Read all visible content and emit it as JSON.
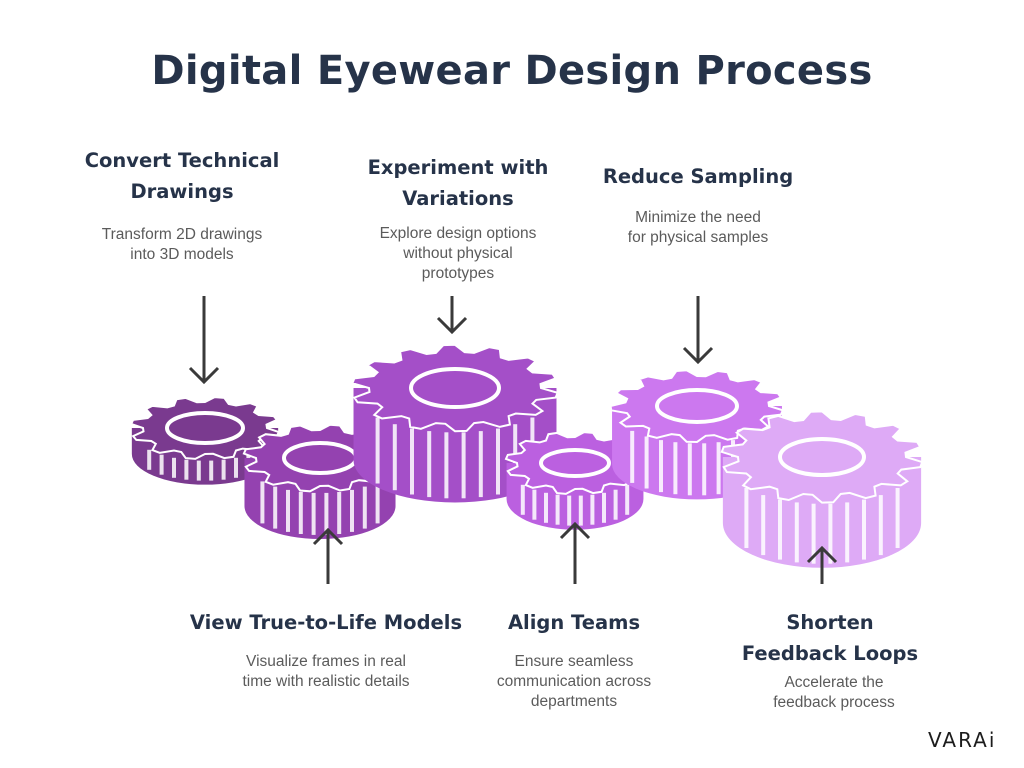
{
  "title": "Digital Eyewear Design Process",
  "steps": [
    {
      "title_lines": [
        "Convert Technical",
        "Drawings"
      ],
      "desc_lines": [
        "Transform 2D drawings",
        "into 3D models"
      ]
    },
    {
      "title_lines": [
        "Experiment with",
        "Variations"
      ],
      "desc_lines": [
        "Explore design options",
        "without physical",
        "prototypes"
      ]
    },
    {
      "title_lines": [
        "Reduce Sampling"
      ],
      "desc_lines": [
        "Minimize the need",
        "for physical samples"
      ]
    },
    {
      "title_lines": [
        "View True-to-Life Models"
      ],
      "desc_lines": [
        "Visualize frames in real",
        "time with realistic details"
      ]
    },
    {
      "title_lines": [
        "Align Teams"
      ],
      "desc_lines": [
        "Ensure seamless",
        "communication across",
        "departments"
      ]
    },
    {
      "title_lines": [
        "Shorten",
        "Feedback Loops"
      ],
      "desc_lines": [
        "Accelerate the",
        "feedback process"
      ]
    }
  ],
  "logo": "VARAi",
  "colors": {
    "title": "#263349",
    "gear_1": "#7a3a8f",
    "gear_2": "#9442b0",
    "gear_3": "#a44fc8",
    "gear_4": "#bb60e0",
    "gear_5": "#cc78ef",
    "gear_6": "#deaaf6",
    "arrow": "#3a3a3a"
  }
}
